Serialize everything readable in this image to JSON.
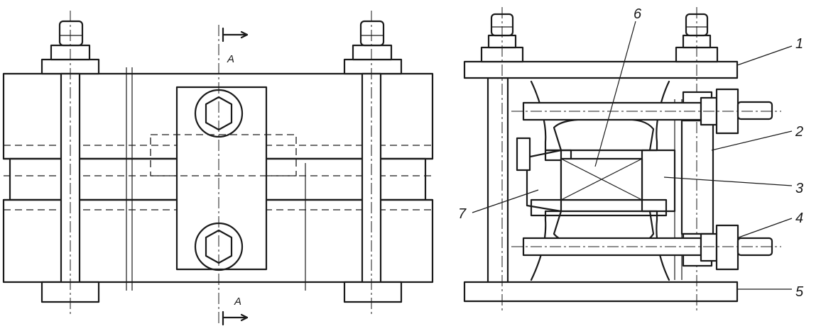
{
  "section_marks": {
    "top": "A",
    "bottom": "A"
  },
  "part_labels": [
    "1",
    "2",
    "3",
    "4",
    "5",
    "6",
    "7"
  ]
}
